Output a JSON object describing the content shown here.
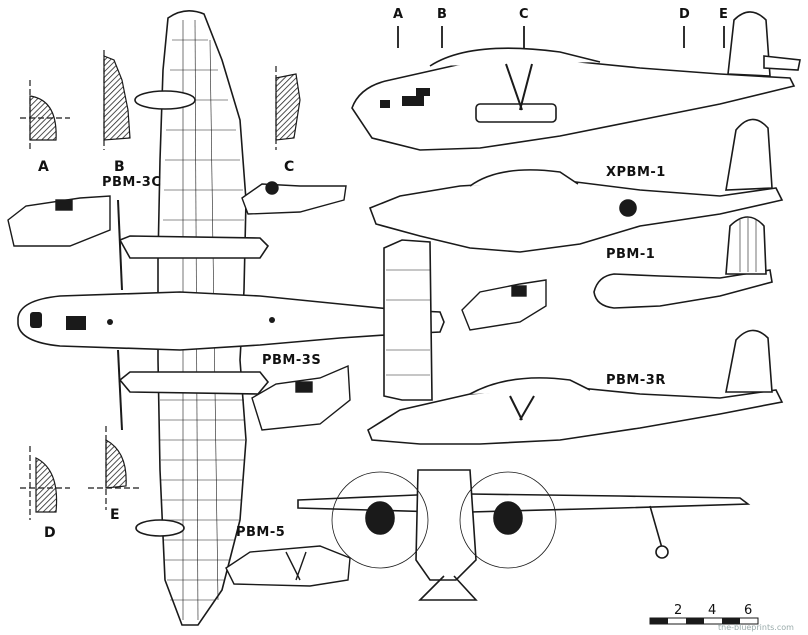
{
  "section_markers_top": [
    "A",
    "B",
    "C",
    "D",
    "E"
  ],
  "section_labels": {
    "a": "A",
    "b": "B",
    "c": "C",
    "d": "D",
    "e": "E"
  },
  "variants": {
    "pbm3c": "PBM-3C",
    "xpbm1": "XPBM-1",
    "pbm1": "PBM-1",
    "pbm3s": "PBM-3S",
    "pbm3r": "PBM-3R",
    "pbm5": "PBM-5"
  },
  "scale": {
    "ticks": [
      "2",
      "4",
      "6"
    ]
  },
  "watermark": "the-blueprints.com",
  "colors": {
    "ink": "#1a1a1a",
    "paper": "#ffffff",
    "hatch": "#333333"
  }
}
